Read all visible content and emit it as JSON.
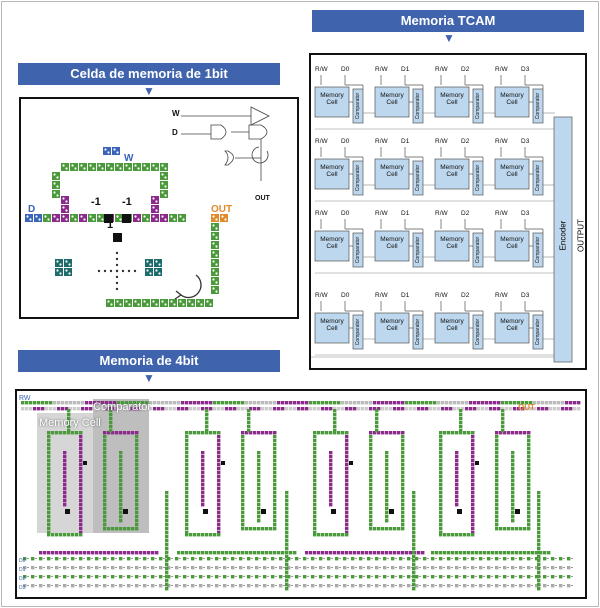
{
  "banners": {
    "tcam": "Memoria TCAM",
    "cell": "Celda de memoria de 1bit",
    "four": "Memoria de 4bit"
  },
  "cell_panel": {
    "w_left": "W",
    "d_left": "D",
    "w_top": "W",
    "d_top": "D",
    "out_right": "OUT",
    "out_gate": "OUT",
    "neg1_a": "-1",
    "neg1_b": "-1",
    "one": "1"
  },
  "tcam_panel": {
    "rw": "R/W",
    "cols": [
      "D0",
      "D1",
      "D2",
      "D3"
    ],
    "memory_cell": "Memory Cell",
    "comparator": "Comparator",
    "encoder": "Encoder",
    "output": "OUTPUT"
  },
  "four_panel": {
    "memory_cell": "Memory Cell",
    "comparator": "Comparator",
    "rw": "RW",
    "out": "OUT",
    "left_rows": [
      "D0",
      "D1",
      "D2",
      "D3"
    ]
  },
  "colors": {
    "banner": "#3f63ad",
    "green": "#4a9a3c",
    "purple": "#8b2a8b",
    "teal": "#1d6b6b",
    "blue": "#3a64b8",
    "orange": "#e08a2c",
    "cell_fill": "#bcd7ee"
  }
}
